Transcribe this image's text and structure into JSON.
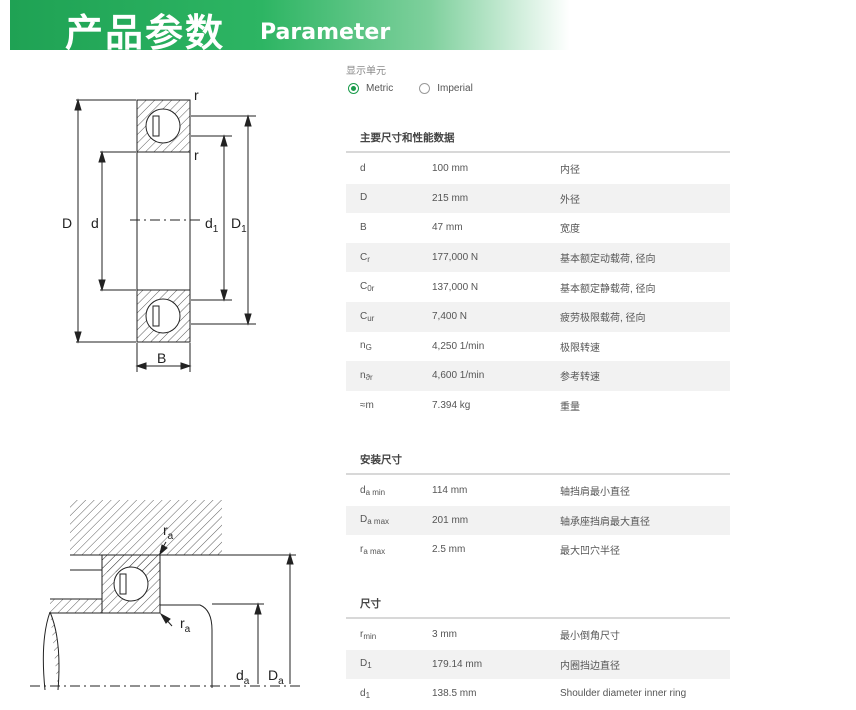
{
  "banner": {
    "title_cn": "产品参数",
    "title_en": "Parameter"
  },
  "drawing1": {
    "r_top": "r",
    "r_bottom": "r",
    "D": "D",
    "d": "d",
    "d1": "d",
    "d1_sub": "1",
    "D1": "D",
    "D1_sub": "1",
    "B": "B"
  },
  "drawing2": {
    "ra_top": "r",
    "ra_top_sub": "a",
    "ra_bottom": "r",
    "ra_bottom_sub": "a",
    "da": "d",
    "da_sub": "a",
    "Da": "D",
    "Da_sub": "a"
  },
  "unit_selector": {
    "label": "显示单元",
    "options": [
      "Metric",
      "Imperial"
    ],
    "selected": "Metric"
  },
  "main": {
    "title": "主要尺寸和性能数据",
    "rows": [
      {
        "sym": "d",
        "sub": "",
        "value": "100 mm",
        "desc": "内径"
      },
      {
        "sym": "D",
        "sub": "",
        "value": "215 mm",
        "desc": "外径"
      },
      {
        "sym": "B",
        "sub": "",
        "value": "47 mm",
        "desc": "宽度"
      },
      {
        "sym": "C",
        "sub": "r",
        "value": "177,000 N",
        "desc": "基本额定动载荷, 径向"
      },
      {
        "sym": "C",
        "sub": "0r",
        "value": "137,000 N",
        "desc": "基本额定静载荷, 径向"
      },
      {
        "sym": "C",
        "sub": "ur",
        "value": "7,400 N",
        "desc": "疲劳极限载荷, 径向"
      },
      {
        "sym": "n",
        "sub": "G",
        "value": "4,250 1/min",
        "desc": "极限转速"
      },
      {
        "sym": "n",
        "sub": "ϑr",
        "value": "4,600 1/min",
        "desc": "参考转速"
      },
      {
        "sym": "≈m",
        "sub": "",
        "value": "7.394 kg",
        "desc": "重量"
      }
    ]
  },
  "mounting": {
    "title": "安装尺寸",
    "rows": [
      {
        "sym": "d",
        "sub": "a min",
        "value": "114 mm",
        "desc": "轴挡肩最小直径"
      },
      {
        "sym": "D",
        "sub": "a max",
        "value": "201 mm",
        "desc": "轴承座挡肩最大直径"
      },
      {
        "sym": "r",
        "sub": "a max",
        "value": "2.5 mm",
        "desc": "最大凹穴半径"
      }
    ]
  },
  "dimensions": {
    "title": "尺寸",
    "rows": [
      {
        "sym": "r",
        "sub": "min",
        "value": "3 mm",
        "desc": "最小倒角尺寸"
      },
      {
        "sym": "D",
        "sub": "1",
        "value": "179.14 mm",
        "desc": "内圈挡边直径"
      },
      {
        "sym": "d",
        "sub": "1",
        "value": "138.5 mm",
        "desc": "Shoulder diameter inner ring"
      }
    ]
  }
}
